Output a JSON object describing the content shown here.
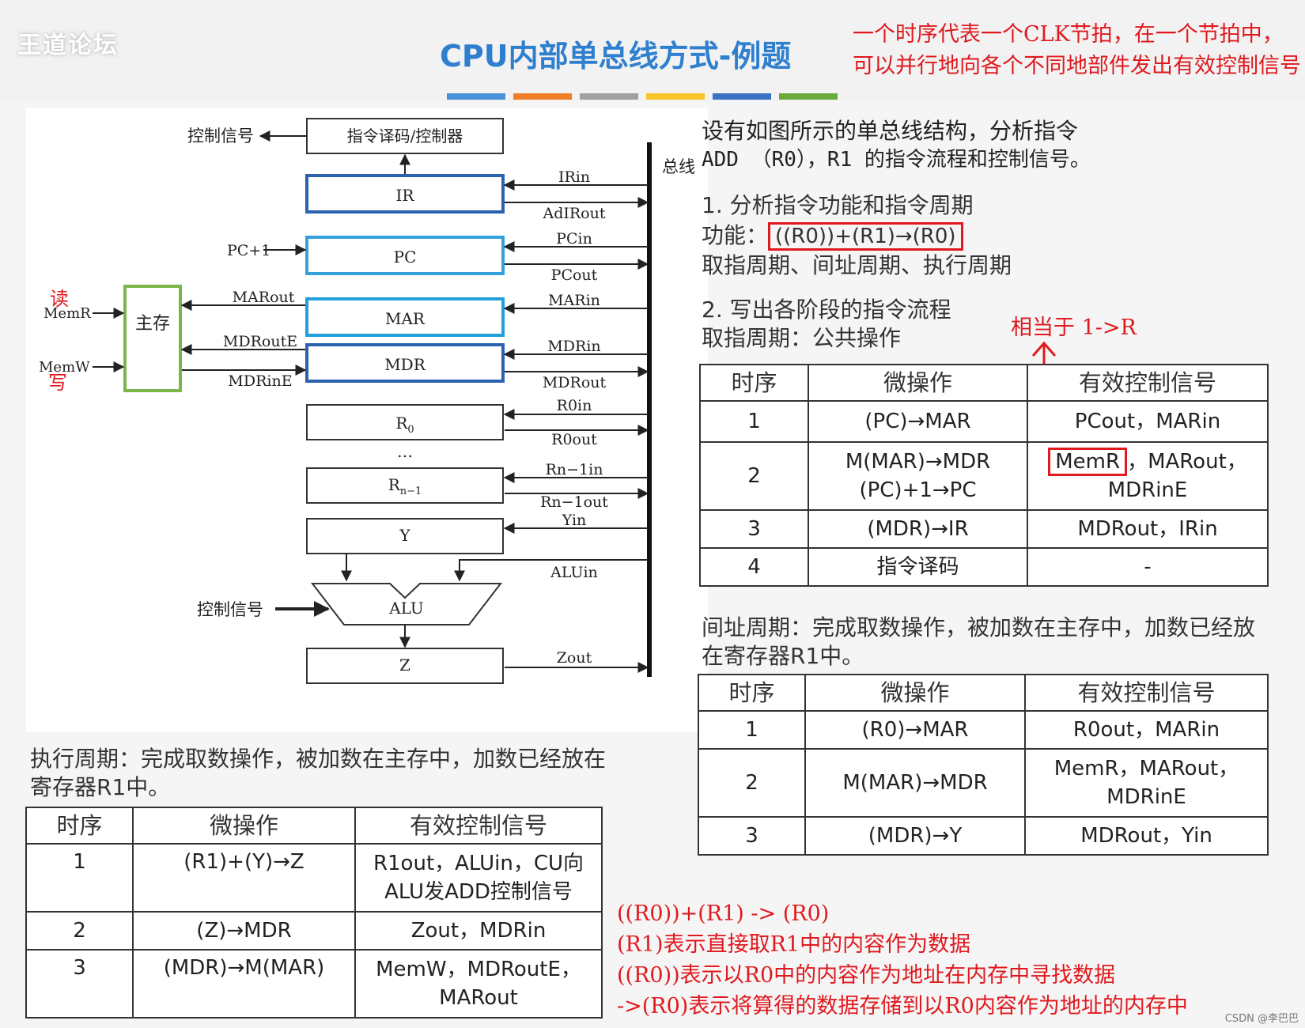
{
  "header": {
    "logo": "王道论坛",
    "title": "CPU内部单总线方式-例题",
    "strip_colors": [
      "#4a90d9",
      "#f07e26",
      "#a0a0a0",
      "#f7c52b",
      "#3a72c4",
      "#6aaa3a"
    ],
    "note": "一个时序代表一个CLK节拍，在一个节拍中，可以并行地向各个不同地部件发出有效控制信号"
  },
  "diagram": {
    "bus_label": "总线",
    "control_signal_top": "控制信号",
    "decoder": "指令译码/控制器",
    "registers": {
      "ir": "IR",
      "pc": "PC",
      "mar": "MAR",
      "mdr": "MDR",
      "r0": "R",
      "r0_sub": "0",
      "rn": "R",
      "rn_sub": "n−1",
      "y": "Y",
      "alu": "ALU",
      "z": "Z"
    },
    "dots": "…",
    "pc_plus": "PC+1",
    "memory": "主存",
    "memr": "MemR",
    "memw": "MemW",
    "read_label": "读",
    "write_label": "写",
    "marout": "MARout",
    "mdroute": "MDRoutE",
    "mdrine": "MDRinE",
    "control_signal_alu": "控制信号",
    "signals": {
      "irin": "IRin",
      "adirout": "AdIRout",
      "pcin": "PCin",
      "pcout": "PCout",
      "marin": "MARin",
      "mdrin": "MDRin",
      "mdrout": "MDRout",
      "r0in": "R0in",
      "r0out": "R0out",
      "rnin": "Rn−1in",
      "rnout": "Rn−1out",
      "yin": "Yin",
      "aluin": "ALUin",
      "zout": "Zout"
    }
  },
  "question": {
    "line1": "设有如图所示的单总线结构，分析指令",
    "line2": "ADD （R0），R1 的指令流程和控制信号。",
    "step1": "1.  分析指令功能和指令周期",
    "function_label": "功能：",
    "function_value": "((R0))+(R1)→(R0)",
    "cycles": "取指周期、间址周期、执行周期",
    "step2": "2.  写出各阶段的指令流程",
    "fetch_label": "取指周期：公共操作",
    "equiv_note": "相当于  1->R"
  },
  "headers": {
    "seq": "时序",
    "micro": "微操作",
    "signal": "有效控制信号"
  },
  "fetch_table": [
    {
      "seq": "1",
      "micro": "(PC)→MAR",
      "signal": "PCout，MARin"
    },
    {
      "seq": "2",
      "micro1": "M(MAR)→MDR",
      "micro2": "(PC)+1→PC",
      "signal_boxed": "MemR",
      "signal_rest1": "，MARout，",
      "signal_rest2": "MDRinE"
    },
    {
      "seq": "3",
      "micro": "(MDR)→IR",
      "signal": "MDRout，IRin"
    },
    {
      "seq": "4",
      "micro": "指令译码",
      "signal": "-"
    }
  ],
  "indirect": {
    "text": "间址周期：完成取数操作，被加数在主存中，加数已经放在寄存器R1中。",
    "rows": [
      {
        "seq": "1",
        "micro": "(R0)→MAR",
        "signal": "R0out，MARin"
      },
      {
        "seq": "2",
        "micro": "M(MAR)→MDR",
        "signal1": "MemR，MARout，",
        "signal2": "MDRinE"
      },
      {
        "seq": "3",
        "micro": "(MDR)→Y",
        "signal": "MDRout，Yin"
      }
    ]
  },
  "execute": {
    "text": "执行周期：完成取数操作，被加数在主存中，加数已经放在寄存器R1中。",
    "rows": [
      {
        "seq": "1",
        "micro": "(R1)+(Y)→Z",
        "signal1": "R1out，ALUin，CU向",
        "signal2": "ALU发ADD控制信号"
      },
      {
        "seq": "2",
        "micro": "(Z)→MDR",
        "signal": "Zout，MDRin"
      },
      {
        "seq": "3",
        "micro": "(MDR)→M(MAR)",
        "signal1": "MemW，MDRoutE，",
        "signal2": "MARout"
      }
    ]
  },
  "notes": {
    "line1": "((R0))+(R1) -> (R0)",
    "line2": "(R1)表示直接取R1中的内容作为数据",
    "line3": "((R0))表示以R0中的内容作为地址在内存中寻找数据",
    "line4": "->(R0)表示将算得的数据存储到以R0内容作为地址的内存中"
  },
  "watermark": "CSDN @李巴巴"
}
